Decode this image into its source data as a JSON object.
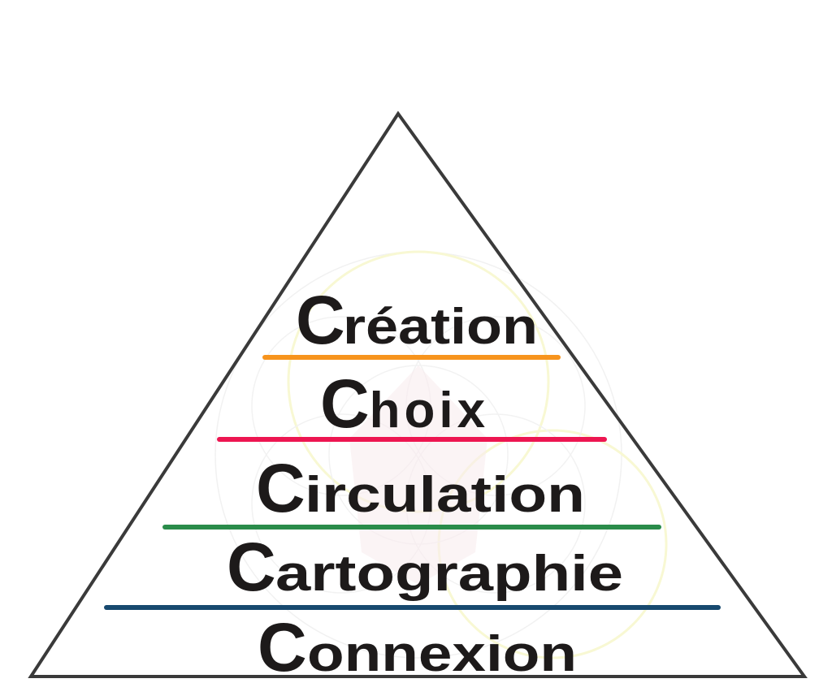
{
  "pyramid": {
    "levels": [
      {
        "first": "C",
        "rest": "réation",
        "label": "Création",
        "line_color": "#f7941d"
      },
      {
        "first": "C",
        "rest": "hoix",
        "label": "Choix",
        "line_color": "#ed1651"
      },
      {
        "first": "C",
        "rest": "irculation",
        "label": "Circulation",
        "line_color": "#2a8c4a"
      },
      {
        "first": "C",
        "rest": "artographie",
        "label": "Cartographie",
        "line_color": "#17496f"
      },
      {
        "first": "C",
        "rest": "onnexion",
        "label": "Connexion",
        "line_color": null
      }
    ],
    "outline_color": "#3a3a3a"
  }
}
